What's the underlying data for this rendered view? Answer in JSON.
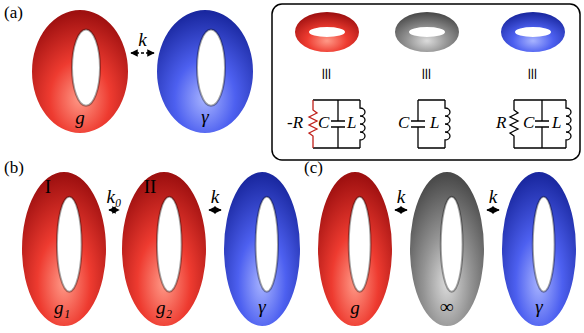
{
  "diagram": {
    "nodes": [
      {
        "text": [
          "g"
        ]
      },
      {
        "text": [
          "γ"
        ]
      },
      {
        "text": [
          "I",
          "g₁"
        ]
      },
      {
        "text": [
          "II",
          "g₂"
        ]
      },
      {
        "text": [
          "γ"
        ]
      },
      {
        "text": [
          "g"
        ]
      },
      {
        "text": [
          "∞"
        ]
      },
      {
        "text": [
          "γ"
        ]
      }
    ],
    "edges": [
      {
        "from": 0,
        "to": 1,
        "label": "k",
        "arrow": "both"
      },
      {
        "from": 2,
        "to": 3,
        "label": "k₀",
        "arrow": "both"
      },
      {
        "from": 3,
        "to": 4,
        "label": "k",
        "arrow": "both"
      },
      {
        "from": 5,
        "to": 6,
        "label": "k",
        "arrow": "both"
      },
      {
        "from": 6,
        "to": 7,
        "label": "k",
        "arrow": "both"
      }
    ],
    "labels": [
      "(a)",
      "(b)",
      "(c)",
      "≡",
      "≡",
      "≡",
      "-R",
      "C",
      "L",
      "C",
      "L",
      "R",
      "C",
      "L"
    ]
  }
}
